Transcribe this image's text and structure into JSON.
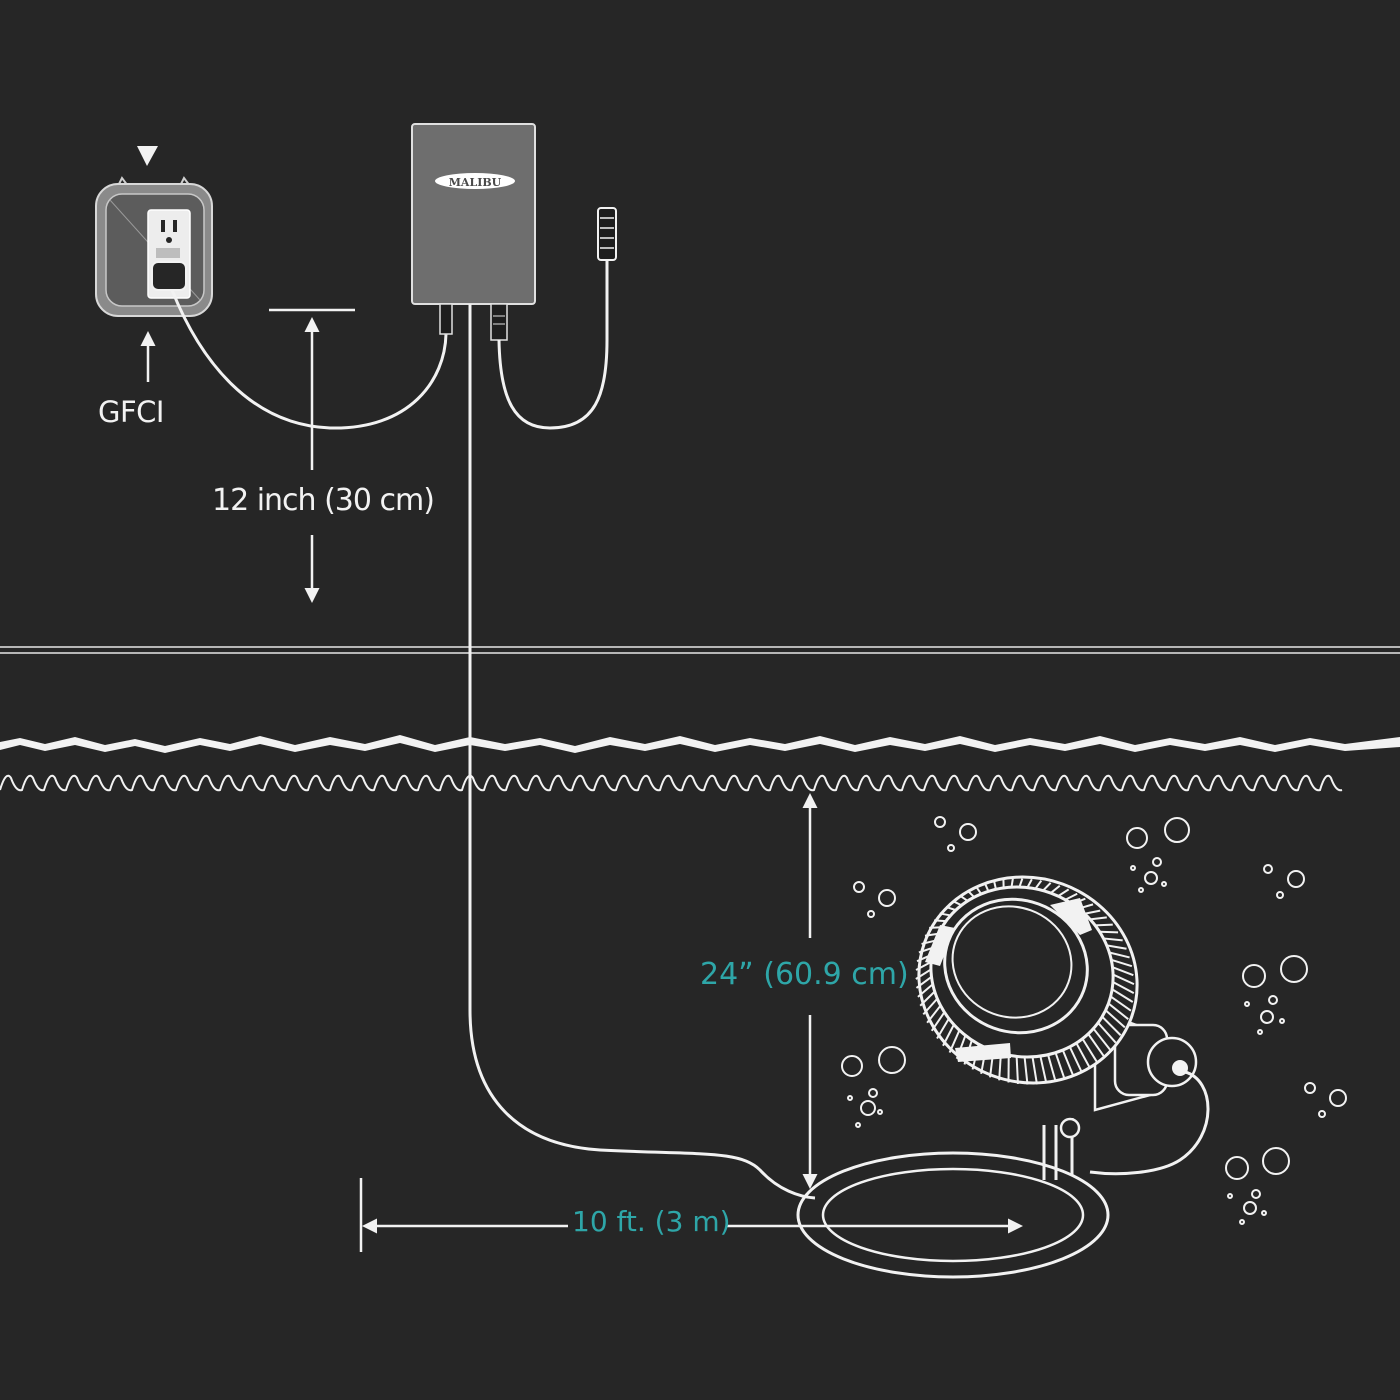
{
  "colors": {
    "background": "#262626",
    "line": "#f2f2f2",
    "accent": "#2ea6a8",
    "transformer": "#6e6e6e"
  },
  "labels": {
    "gfci": "GFCI",
    "mount_height": "12 inch (30 cm)",
    "water_depth": "24” (60.9 cm)",
    "cable_distance": "10 ft. (3 m)"
  },
  "transformer": {
    "brand": "MALIBU"
  }
}
